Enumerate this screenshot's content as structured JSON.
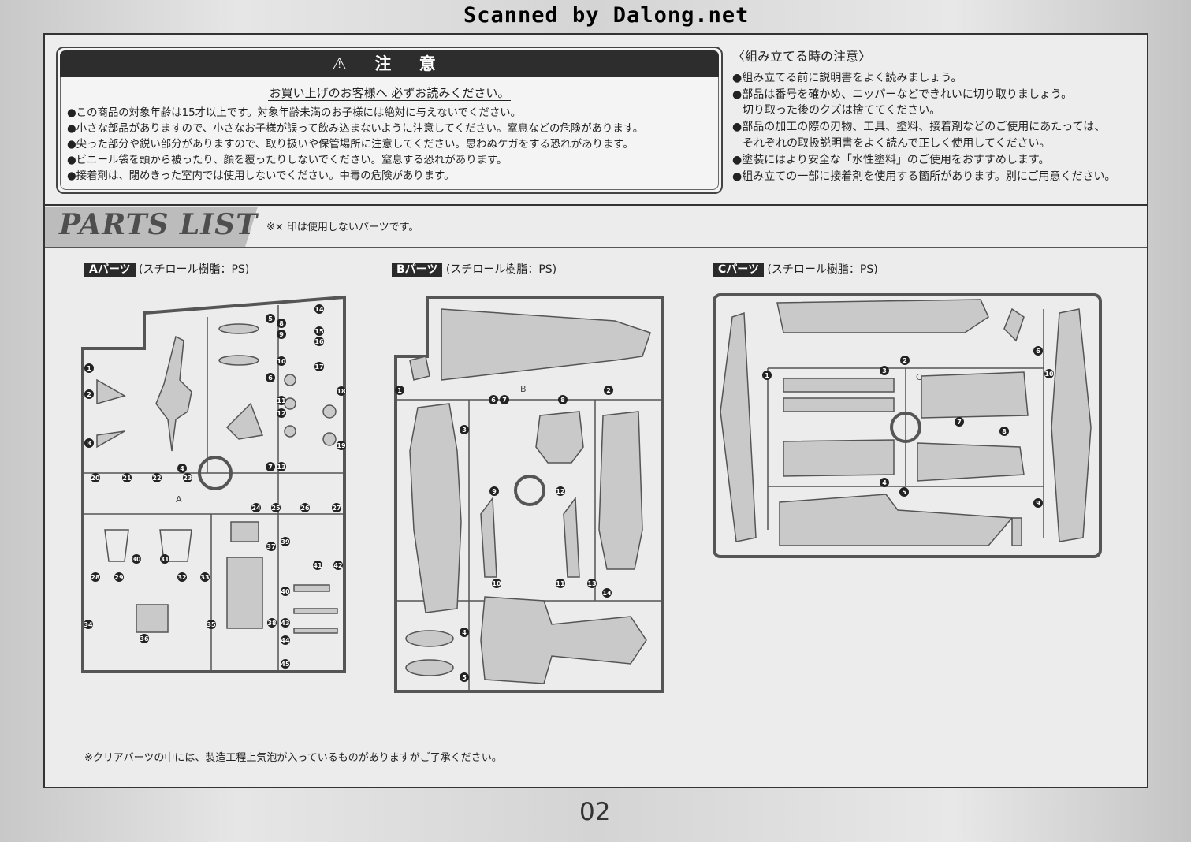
{
  "watermark": "Scanned by Dalong.net",
  "warning": {
    "title": "⚠ 注 意",
    "subtitle": "お買い上げのお客様へ 必ずお読みください。",
    "items": [
      "●この商品の対象年齢は15才以上です。対象年齢未満のお子様には絶対に与えないでください。",
      "●小さな部品がありますので、小さなお子様が誤って飲み込まないように注意してください。窒息などの危険があります。",
      "●尖った部分や鋭い部分がありますので、取り扱いや保管場所に注意してください。思わぬケガをする恐れがあります。",
      "●ビニール袋を頭から被ったり、顔を覆ったりしないでください。窒息する恐れがあります。",
      "●接着剤は、閉めきった室内では使用しないでください。中毒の危険があります。"
    ]
  },
  "assembly": {
    "title": "〈組み立てる時の注意〉",
    "lines": [
      "●組み立てる前に説明書をよく読みましょう。",
      "●部品は番号を確かめ、ニッパーなどできれいに切り取りましょう。",
      "切り取った後のクズは捨ててください。",
      "●部品の加工の際の刃物、工具、塗料、接着剤などのご使用にあたっては、",
      "それぞれの取扱説明書をよく読んで正しく使用してください。",
      "●塗装にはより安全な「水性塗料」のご使用をおすすめします。",
      "●組み立ての一部に接着剤を使用する箇所があります。別にご用意ください。"
    ]
  },
  "parts_list": {
    "heading": "PARTS LIST",
    "note": "※× 印は使用しないパーツです。",
    "groups": [
      {
        "tag": "Aパーツ",
        "material": "(スチロール樹脂：PS)",
        "runner_letter": "A",
        "part_numbers": [
          "1",
          "2",
          "3",
          "4",
          "5",
          "6",
          "7",
          "8",
          "9",
          "10",
          "11",
          "12",
          "13",
          "14",
          "15",
          "16",
          "17",
          "18",
          "19",
          "20",
          "21",
          "22",
          "23",
          "24",
          "25",
          "26",
          "27",
          "28",
          "29",
          "30",
          "31",
          "32",
          "33",
          "34",
          "35",
          "36",
          "37",
          "38",
          "39",
          "40",
          "41",
          "42",
          "43",
          "44",
          "45"
        ]
      },
      {
        "tag": "Bパーツ",
        "material": "(スチロール樹脂：PS)",
        "runner_letter": "B",
        "part_numbers": [
          "1",
          "2",
          "3",
          "4",
          "5",
          "6",
          "7",
          "8",
          "9",
          "10",
          "11",
          "12",
          "13",
          "14"
        ]
      },
      {
        "tag": "Cパーツ",
        "material": "(スチロール樹脂：PS)",
        "runner_letter": "C",
        "part_numbers": [
          "1",
          "2",
          "3",
          "4",
          "5",
          "6",
          "7",
          "8",
          "9",
          "10"
        ]
      }
    ]
  },
  "clear_note": "※クリアパーツの中には、製造工程上気泡が入っているものがありますがご了承ください。",
  "page_number": "02"
}
